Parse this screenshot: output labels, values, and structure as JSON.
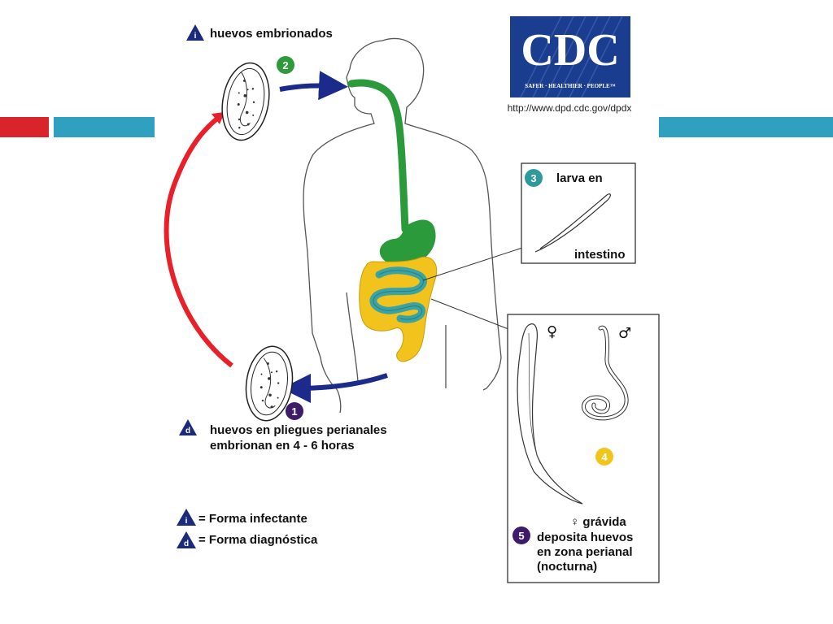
{
  "header_bars": {
    "left_accent": "#d9242b",
    "teal": "#30a0c0"
  },
  "logo": {
    "acronym": "CDC",
    "tagline": "SAFER · HEALTHIER · PEOPLE™",
    "url": "http://www.dpd.cdc.gov/dpdx",
    "color": "#1b3d8f"
  },
  "stages": {
    "s1": {
      "number": "1",
      "color": "#3e1c6b"
    },
    "s2": {
      "number": "2",
      "color": "#2f9a3a"
    },
    "s3": {
      "number": "3",
      "color": "#2e9a9a"
    },
    "s4": {
      "number": "4",
      "color": "#f2c51d"
    },
    "s5": {
      "number": "5",
      "color": "#3e1c6b"
    }
  },
  "labels": {
    "embryonated_eggs": "huevos embrionados",
    "larva_line1": "larva en",
    "larva_line2": "intestino",
    "perianal_line1": "huevos en pliegues perianales",
    "perianal_line2": "embrionan en 4 - 6 horas",
    "gravid_line1": "♀ grávida",
    "gravid_line2": "deposita huevos",
    "gravid_line3": "en zona perianal",
    "gravid_line4": "(nocturna)",
    "female_symbol": "♀",
    "male_symbol": "♂"
  },
  "legend": {
    "infective_marker": "i",
    "infective_text": "= Forma infectante",
    "diagnostic_marker": "d",
    "diagnostic_text": "= Forma diagnóstica"
  },
  "markers": {
    "embryonated_marker": "i",
    "perianal_marker": "d"
  },
  "colors": {
    "digestive_upper": "#2a9a3a",
    "colon": "#f2c31c",
    "small_intestine": "#3aa3a3",
    "arrow_blue": "#1c2a8c",
    "arrow_red": "#e8202a"
  }
}
